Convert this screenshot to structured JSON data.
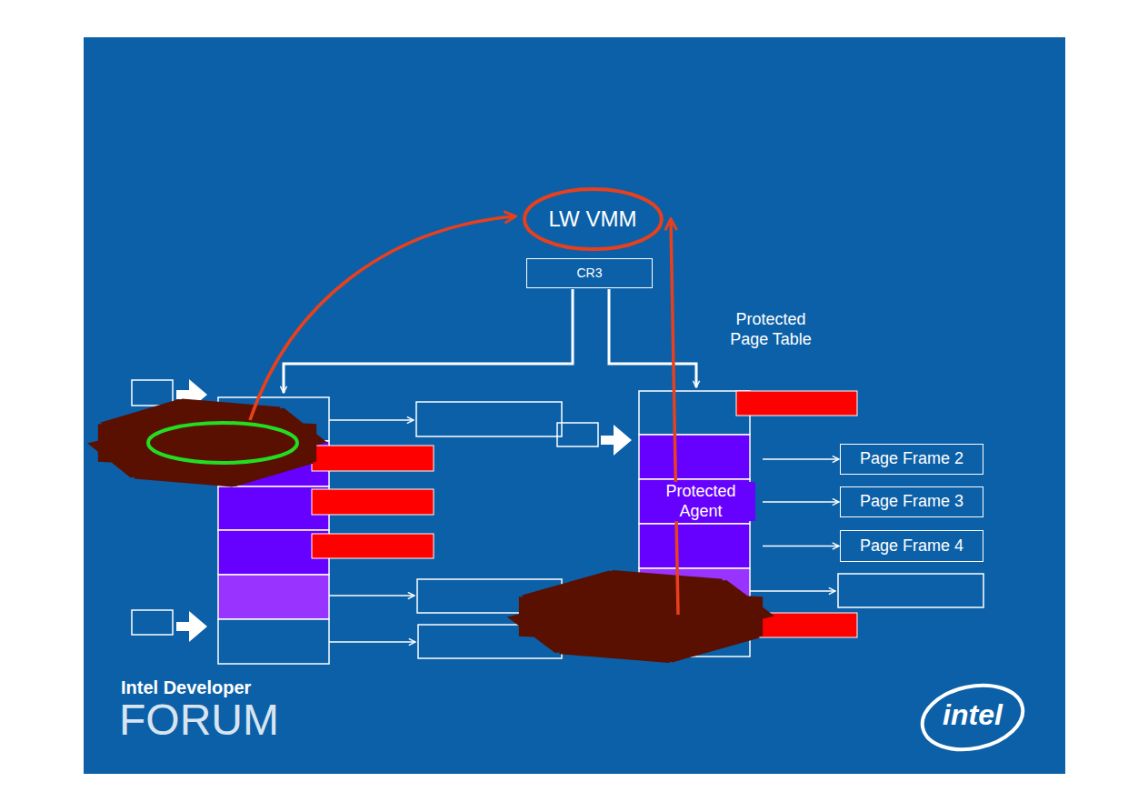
{
  "diagram": {
    "nodes": [
      {
        "text": [
          "LW VMM"
        ]
      },
      {
        "text": [
          "CR3"
        ]
      },
      {
        "text": [
          "Protected Agent"
        ]
      },
      {
        "text": [
          "Page Frame 2"
        ]
      },
      {
        "text": [
          "Page Frame 3"
        ]
      },
      {
        "text": [
          "Page Frame 4"
        ]
      }
    ],
    "edges": [
      {
        "from": 2,
        "to": 3,
        "arrow": "to"
      },
      {
        "from": 2,
        "to": 4,
        "arrow": "to"
      },
      {
        "from": 2,
        "to": 5,
        "arrow": "to"
      }
    ],
    "labels": [
      "Protected Page Table",
      "Intel Developer",
      "FORUM",
      "intel"
    ]
  }
}
